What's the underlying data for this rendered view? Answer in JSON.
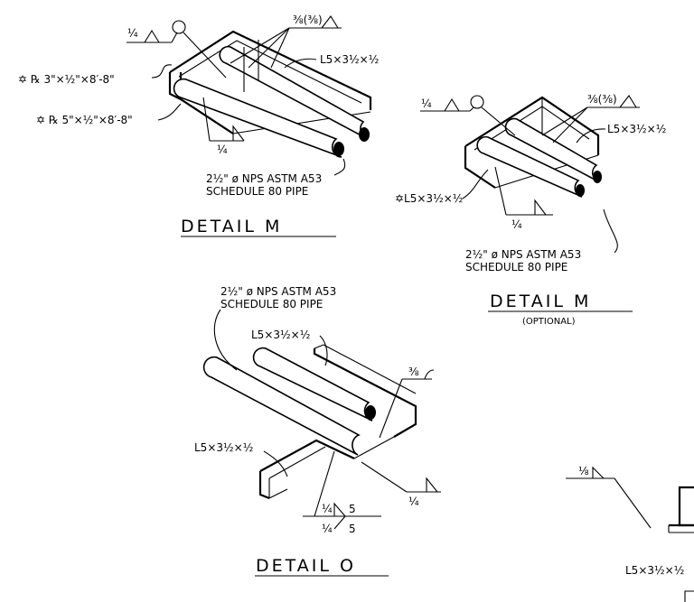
{
  "detail_m": {
    "plate_3_label": "✡ ℞ 3\"×½\"×8′-8\"",
    "plate_5_label": "✡ ℞ 5\"×½\"×8′-8\"",
    "weld_top_left": "¼",
    "weld_top_right": "⅜(⅜)",
    "angle_label": "L5×3½×½",
    "weld_bottom": "¼",
    "pipe_line1": "2½\" ø NPS ASTM A53",
    "pipe_line2": "SCHEDULE 80 PIPE",
    "title": "DETAIL M"
  },
  "detail_m_optional": {
    "weld_left": "¼",
    "weld_right": "⅜(⅜)",
    "angle_right": "L5×3½×½",
    "angle_left": "✡L5×3½×½",
    "weld_bottom": "¼",
    "pipe_line1": "2½\" ø NPS ASTM A53",
    "pipe_line2": "SCHEDULE 80 PIPE",
    "title": "DETAIL M",
    "subtitle": "(OPTIONAL)"
  },
  "detail_o": {
    "pipe_line1": "2½\" ø NPS ASTM A53",
    "pipe_line2": "SCHEDULE 80 PIPE",
    "angle_top": "L5×3½×½",
    "weld_right": "⅜",
    "angle_left": "L5×3½×½",
    "weld_right_bottom": "¼",
    "weld_a_size": "¼",
    "weld_a_len": "5",
    "weld_b_size": "¼",
    "weld_b_len": "5",
    "title": "DETAIL O"
  },
  "detail_partial": {
    "weld": "⅛",
    "angle_label": "L5×3½×½"
  }
}
